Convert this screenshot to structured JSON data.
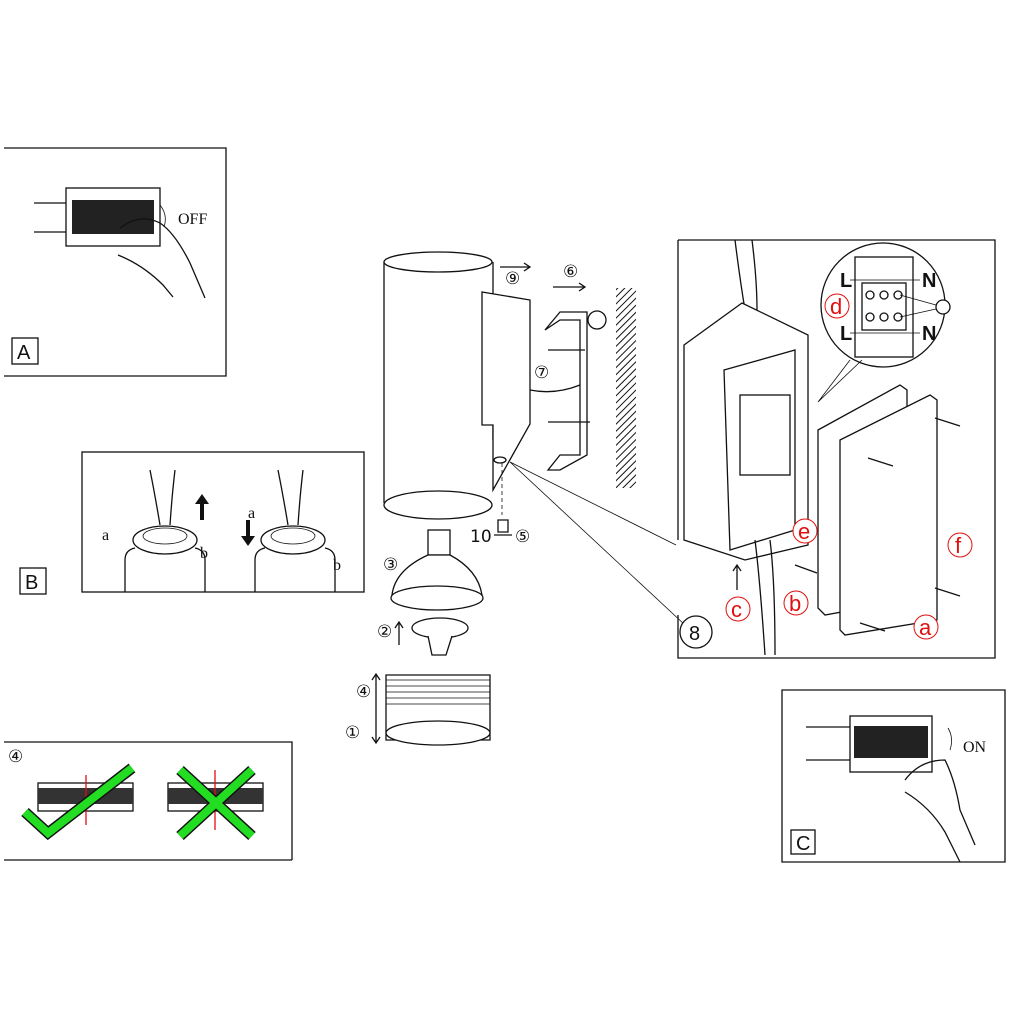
{
  "panel_a": {
    "label": "A",
    "switch_state": "OFF"
  },
  "panel_b": {
    "label": "B",
    "left_a": "a",
    "left_b": "b",
    "right_a": "a",
    "right_b": "b"
  },
  "panel_4": {
    "step": "④"
  },
  "panel_c": {
    "label": "C",
    "switch_state": "ON"
  },
  "steps": {
    "s1": "①",
    "s2": "②",
    "s3": "③",
    "s4": "④",
    "s5": "⑤",
    "s6": "⑥",
    "s7": "⑦",
    "s8": "8",
    "s9": "⑨",
    "s10": "10"
  },
  "junction_box": {
    "d": "d",
    "L_top": "L",
    "N_top": "N",
    "L_bottom": "L",
    "N_bottom": "N",
    "e": "e",
    "f": "f",
    "c": "c",
    "b": "b",
    "a": "a"
  },
  "colors": {
    "callout_red": "#e01010",
    "check_green": "#22dd22",
    "center_line_red": "#e01010"
  }
}
